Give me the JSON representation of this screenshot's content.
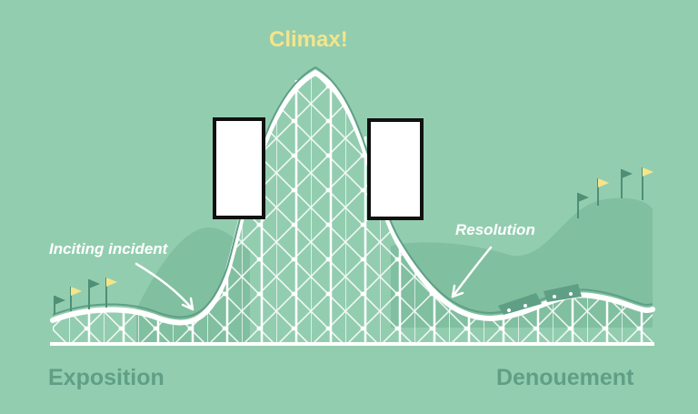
{
  "labels": {
    "climax": "Climax!",
    "inciting_incident": "Inciting incident",
    "resolution": "Resolution",
    "exposition": "Exposition",
    "denouement": "Denouement"
  },
  "colors": {
    "background": "#93cdb0",
    "hill": "#80bf9f",
    "track": "#ffffff",
    "climax_text": "#f4e58a",
    "stage_text": "#5f9f86",
    "flag_yellow": "#f4e58a",
    "flag_green": "#4f8f75",
    "redaction_fill": "#ffffff",
    "redaction_border": "#111111"
  }
}
